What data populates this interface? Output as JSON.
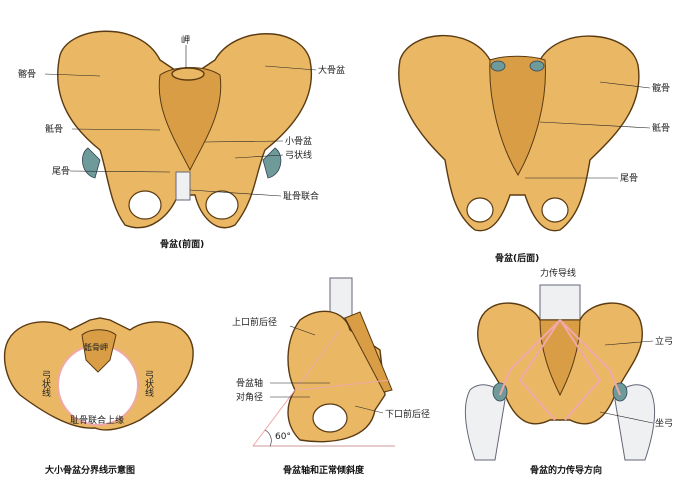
{
  "figures": {
    "front": {
      "caption": "骨盆(前面)",
      "labels": {
        "promontory": "岬",
        "ilium": "髂骨",
        "greater_pelvis": "大骨盆",
        "sacrum": "骶骨",
        "lesser_pelvis": "小骨盆",
        "arcuate_line": "弓状线",
        "coccyx": "尾骨",
        "pubic_symphysis": "耻骨联合"
      }
    },
    "back": {
      "caption": "骨盆(后面)",
      "labels": {
        "hip_bone": "髋骨",
        "sacrum": "骶骨",
        "coccyx": "尾骨"
      }
    },
    "boundary": {
      "caption": "大小骨盆分界线示意图",
      "labels": {
        "sacral_promontory": "骶骨岬",
        "arcuate_left": "弓状线",
        "arcuate_right": "弓状线",
        "symphysis_upper": "耻骨联合上缘"
      }
    },
    "axis": {
      "caption": "骨盆轴和正常倾斜度",
      "labels": {
        "inlet_ap": "上口前后径",
        "pelvic_axis": "骨盆轴",
        "diagonal": "对角径",
        "outlet_ap": "下口前后径",
        "angle": "60°"
      }
    },
    "force": {
      "caption": "骨盆的力传导方向",
      "labels": {
        "force_line": "力传导线",
        "standing_arch": "立弓",
        "sitting_arch": "坐弓"
      }
    }
  },
  "colors": {
    "bone": "#eab865",
    "outline": "#5a3a12",
    "force_line": "#f0a8a8",
    "cartilage": "#6f9a9a"
  }
}
